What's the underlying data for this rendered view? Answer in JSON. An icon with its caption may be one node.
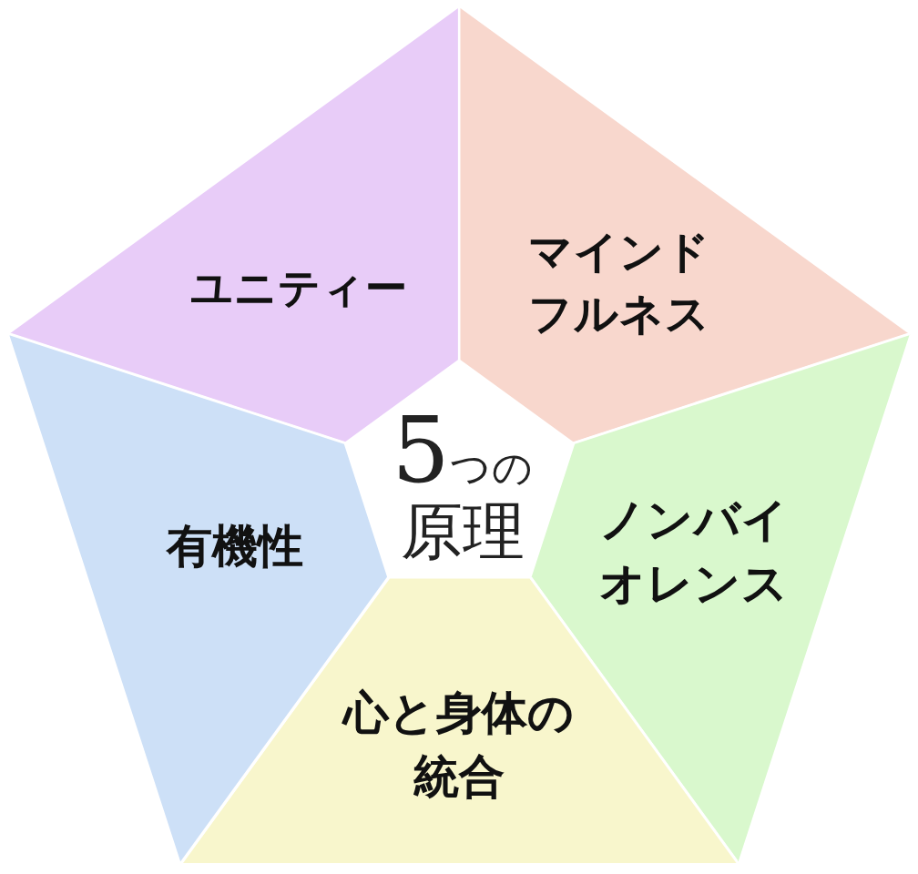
{
  "diagram": {
    "nodes": [
      {
        "text": [
          "5つの原理"
        ]
      },
      {
        "text": [
          "ユニティー"
        ]
      },
      {
        "text": [
          "マインドフルネス"
        ]
      },
      {
        "text": [
          "ノンバイオレンス"
        ]
      },
      {
        "text": [
          "心と身体の統合"
        ]
      },
      {
        "text": [
          "有機性"
        ]
      }
    ]
  }
}
